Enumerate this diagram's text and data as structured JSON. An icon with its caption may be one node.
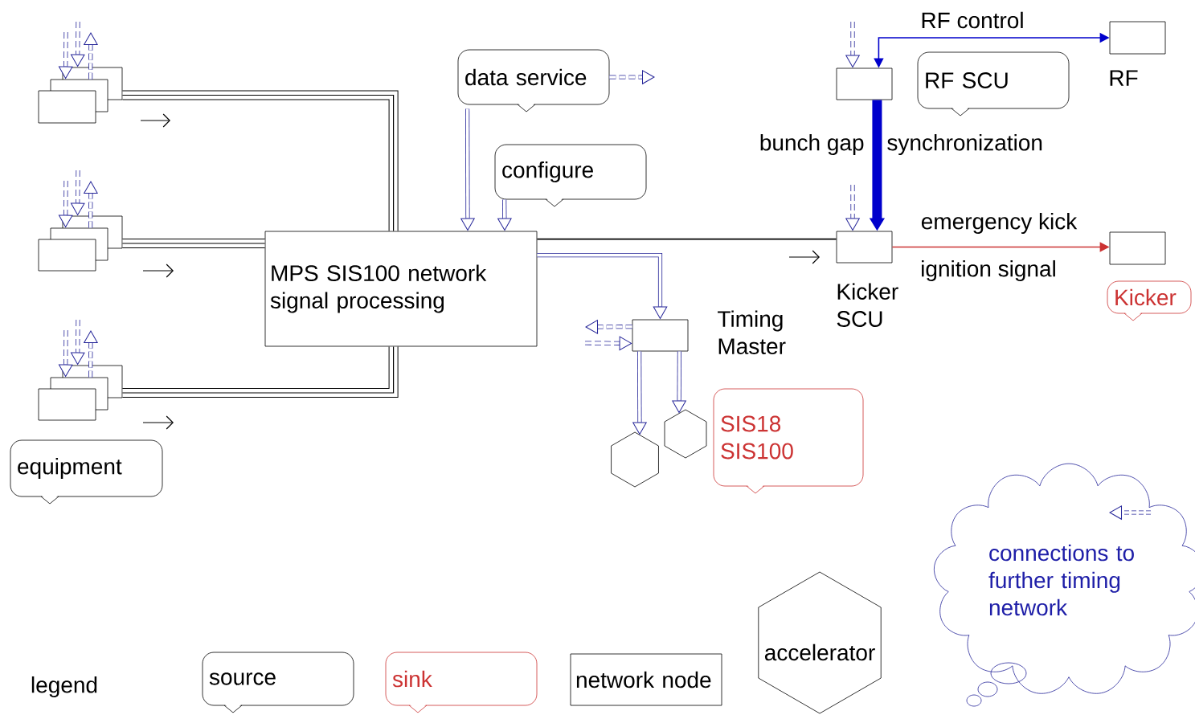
{
  "diagram": {
    "nodes": [
      {
        "text": [],
        "shape": "box"
      },
      {
        "text": [
          "data service"
        ]
      },
      {
        "text": [],
        "shape": "box"
      },
      {
        "text": [
          "RF SCU"
        ]
      },
      {
        "text": [],
        "shape": "box",
        "beside": [
          "RF"
        ]
      },
      {
        "text": [
          "configure"
        ]
      },
      {
        "text": [],
        "shape": "box"
      },
      {
        "text": [
          "MPS SIS100 network signal processing"
        ]
      },
      {
        "text": [],
        "shape": "box",
        "beside": [
          "Kicker SCU"
        ]
      },
      {
        "text": [],
        "shape": "box"
      },
      {
        "text": [
          "Kicker"
        ]
      },
      {
        "text": [],
        "shape": "box",
        "beside": [
          "Timing Master"
        ]
      },
      {
        "text": [],
        "shape": "box"
      },
      {
        "text": [],
        "shape": "hexagon"
      },
      {
        "text": [],
        "shape": "hexagon"
      },
      {
        "text": [
          "SIS18 SIS100"
        ]
      },
      {
        "text": [
          "equipment"
        ]
      },
      {
        "text": [
          "connections to further timing network"
        ]
      },
      {
        "text": [
          "accelerator"
        ]
      },
      {
        "text": [
          "source"
        ]
      },
      {
        "text": [
          "sink"
        ]
      },
      {
        "text": [
          "network node"
        ]
      }
    ],
    "edges": [
      {
        "from": null,
        "to": 0,
        "arrow": "to",
        "style": "dashed"
      },
      {
        "from": null,
        "to": 0,
        "arrow": "to",
        "style": "dashed"
      },
      {
        "from": 0,
        "to": null,
        "arrow": "to",
        "style": "dashed"
      },
      {
        "from": null,
        "to": 6,
        "arrow": "to",
        "style": "dashed"
      },
      {
        "from": null,
        "to": 6,
        "arrow": "to",
        "style": "dashed"
      },
      {
        "from": 6,
        "to": null,
        "arrow": "to",
        "style": "dashed"
      },
      {
        "from": null,
        "to": 12,
        "arrow": "to",
        "style": "dashed"
      },
      {
        "from": null,
        "to": 12,
        "arrow": "to",
        "style": "dashed"
      },
      {
        "from": 12,
        "to": null,
        "arrow": "to",
        "style": "dashed"
      },
      {
        "from": 0,
        "to": 7,
        "arrow": "none",
        "style": "thick",
        "color": "#000000"
      },
      {
        "from": 6,
        "to": 7,
        "arrow": "none",
        "style": "thick",
        "color": "#000000"
      },
      {
        "from": 12,
        "to": 7,
        "arrow": "none",
        "style": "thick",
        "color": "#000000"
      },
      {
        "from": 1,
        "to": 7,
        "arrow": "to"
      },
      {
        "from": 5,
        "to": 7,
        "arrow": "to"
      },
      {
        "from": 1,
        "to": null,
        "arrow": "to",
        "style": "dashed"
      },
      {
        "from": 7,
        "to": 11,
        "arrow": "to"
      },
      {
        "from": 7,
        "to": 8,
        "arrow": "none",
        "color": "#000000"
      },
      {
        "from": 11,
        "to": null,
        "arrow": "to",
        "style": "dashed"
      },
      {
        "from": null,
        "to": 11,
        "arrow": "to",
        "style": "dashed"
      },
      {
        "from": 11,
        "to": 13,
        "arrow": "to"
      },
      {
        "from": 11,
        "to": 14,
        "arrow": "to"
      },
      {
        "from": null,
        "to": 2,
        "arrow": "to",
        "style": "dashed"
      },
      {
        "from": 2,
        "to": 4,
        "arrow": "both",
        "color": "#0000cc",
        "label": "RF control"
      },
      {
        "from": 2,
        "to": 8,
        "arrow": "to",
        "style": "thick",
        "color": "#0000cc",
        "label": "bunch gap"
      },
      {
        "from": null,
        "to": 8,
        "arrow": "to",
        "style": "dashed"
      },
      {
        "from": 8,
        "to": 9,
        "arrow": "to",
        "color": "#cc3333",
        "label": "emergency kick"
      }
    ],
    "labels": [
      "synchronization",
      "ignition signal",
      "legend"
    ]
  }
}
